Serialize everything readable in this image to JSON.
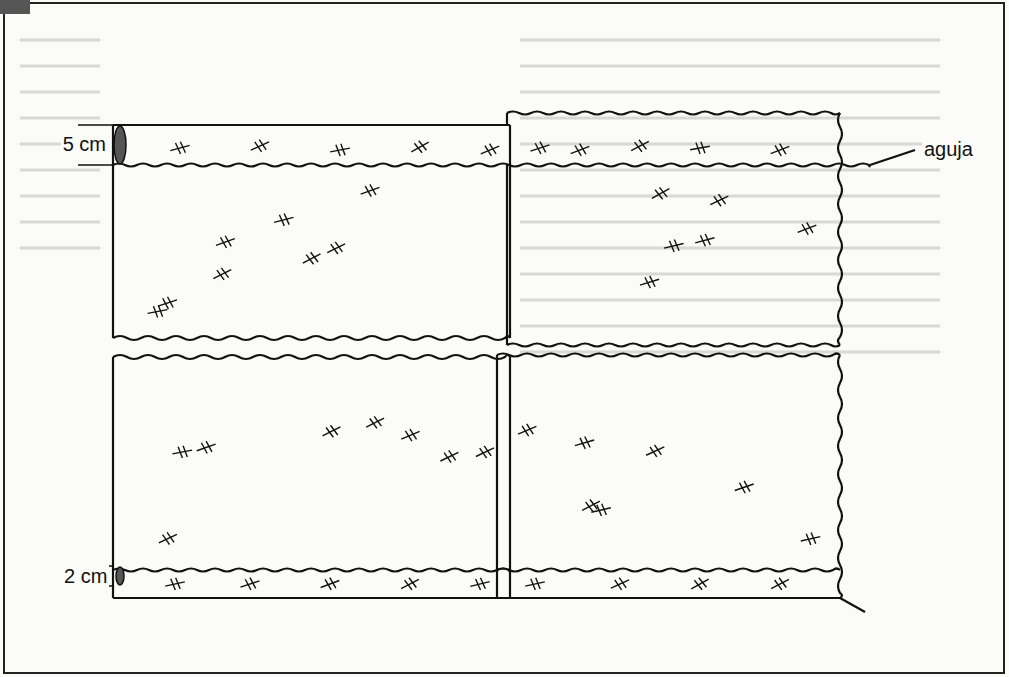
{
  "diagram": {
    "labels": [
      "5 cm",
      "aguja",
      "2 cm"
    ]
  }
}
